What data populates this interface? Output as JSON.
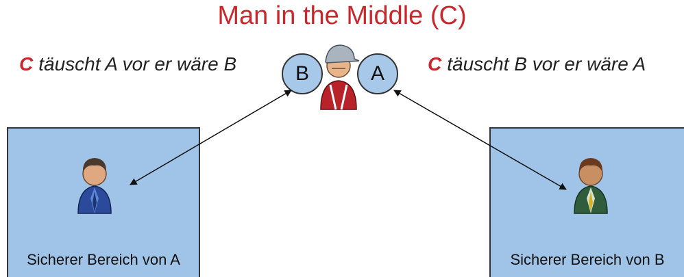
{
  "title": "Man in the Middle (C)",
  "left_caption": {
    "actor": "C",
    "text": "täuscht A vor er wäre B"
  },
  "right_caption": {
    "actor": "C",
    "text": "täuscht B vor er wäre A"
  },
  "attacker_circles": {
    "left": "B",
    "right": "A"
  },
  "zone_a": {
    "label": "Sicherer Bereich von A"
  },
  "zone_b": {
    "label": "Sicherer Bereich von B"
  },
  "colors": {
    "accent_red": "#c8282d",
    "zone_blue": "#9fc4e8",
    "circle_blue": "#a8c8ea"
  },
  "icons": {
    "attacker": "person-with-cap-icon",
    "user_a": "person-blue-suit-icon",
    "user_b": "person-green-suit-icon"
  }
}
